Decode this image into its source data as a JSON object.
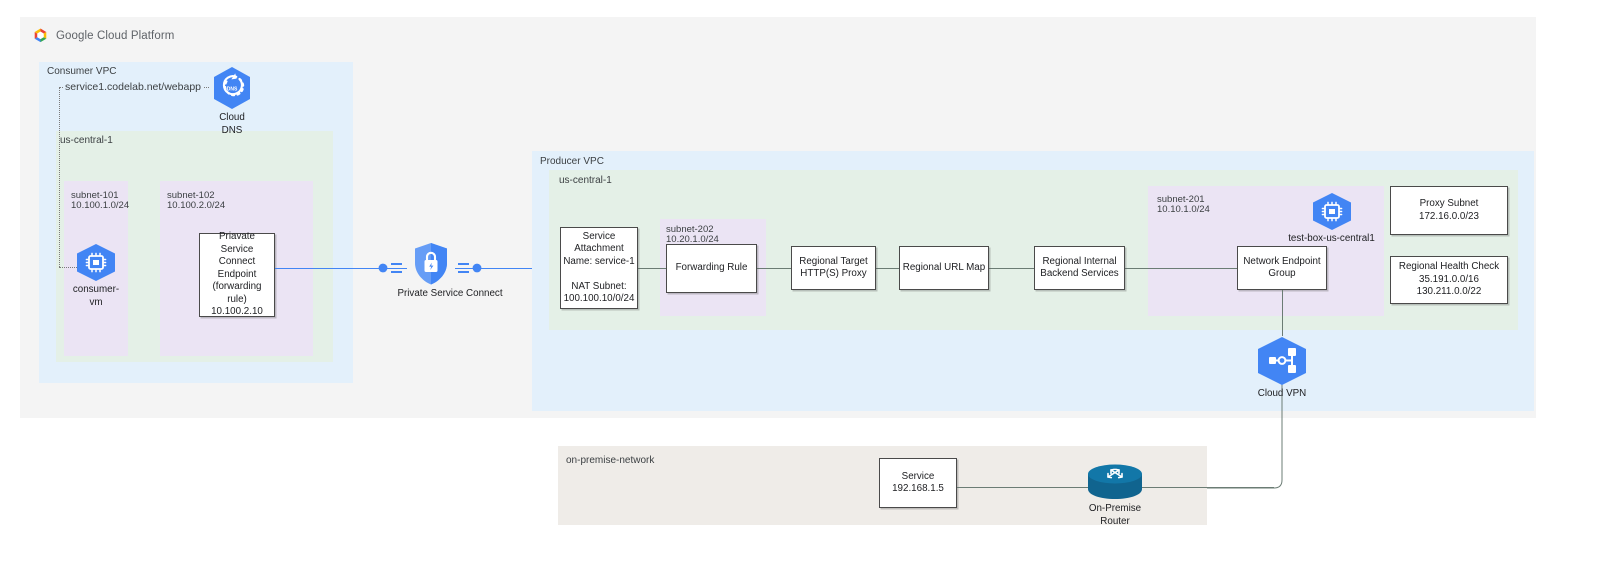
{
  "header": {
    "logo_icon": "google-cloud-platform-logo",
    "title": "Google Cloud Platform"
  },
  "consumer": {
    "vpc_label": "Consumer VPC",
    "region_label": "us-central-1",
    "dns_record": "service1.codelab.net/webapp",
    "cloud_dns": {
      "icon": "cloud-dns-icon",
      "caption": "Cloud\nDNS"
    },
    "subnets": [
      {
        "name": "subnet-101",
        "cidr": "10.100.1.0/24"
      },
      {
        "name": "subnet-102",
        "cidr": "10.100.2.0/24"
      }
    ],
    "consumer_vm": {
      "icon": "compute-engine-vm-icon",
      "caption": "consumer-vm"
    },
    "psc_endpoint": {
      "text": "Priavate Service\nConnect Endpoint\n(forwarding rule)\n10.100.2.10"
    }
  },
  "psc": {
    "icon": "private-service-connect-shield-icon",
    "caption": "Private Service Connect"
  },
  "producer": {
    "vpc_label": "Producer VPC",
    "region_label": "us-central-1",
    "service_attachment": {
      "text": "Service\nAttachment\nName: service-1\n\nNAT Subnet:\n100.100.10/0/24"
    },
    "subnet_202": {
      "name": "subnet-202",
      "cidr": "10.20.1.0/24"
    },
    "forwarding_rule": {
      "text": "Forwarding Rule"
    },
    "target_proxy": {
      "text": "Regional Target\nHTTP(S) Proxy"
    },
    "url_map": {
      "text": "Regional URL Map"
    },
    "backend_services": {
      "text": "Regional Internal\nBackend Services"
    },
    "subnet_201": {
      "name": "subnet-201",
      "cidr": "10.10.1.0/24"
    },
    "test_box": {
      "icon": "compute-engine-vm-icon",
      "caption": "test-box-us-central1"
    },
    "neg": {
      "text": "Network Endpoint\nGroup"
    },
    "proxy_subnet": {
      "text": "Proxy Subnet\n172.16.0.0/23"
    },
    "health_check": {
      "text": "Regional Health Check\n35.191.0.0/16\n130.211.0.0/22"
    }
  },
  "vpn": {
    "icon": "cloud-vpn-icon",
    "caption": "Cloud VPN"
  },
  "onpremise": {
    "label": "on-premise-network",
    "service": {
      "text": "Service\n192.168.1.5"
    },
    "router": {
      "icon": "on-premise-router-icon",
      "caption": "On-Premise Router"
    }
  },
  "colors": {
    "vpc_blue": "#e3f0fb",
    "region_green": "#e4f0e7",
    "subnet_purple": "#ebe4f4",
    "onprem_beige": "#efece8",
    "board_grey": "#f4f4f4",
    "google_blue": "#4285f4",
    "router_teal": "#10648f",
    "line_grey": "#6b7c74"
  }
}
